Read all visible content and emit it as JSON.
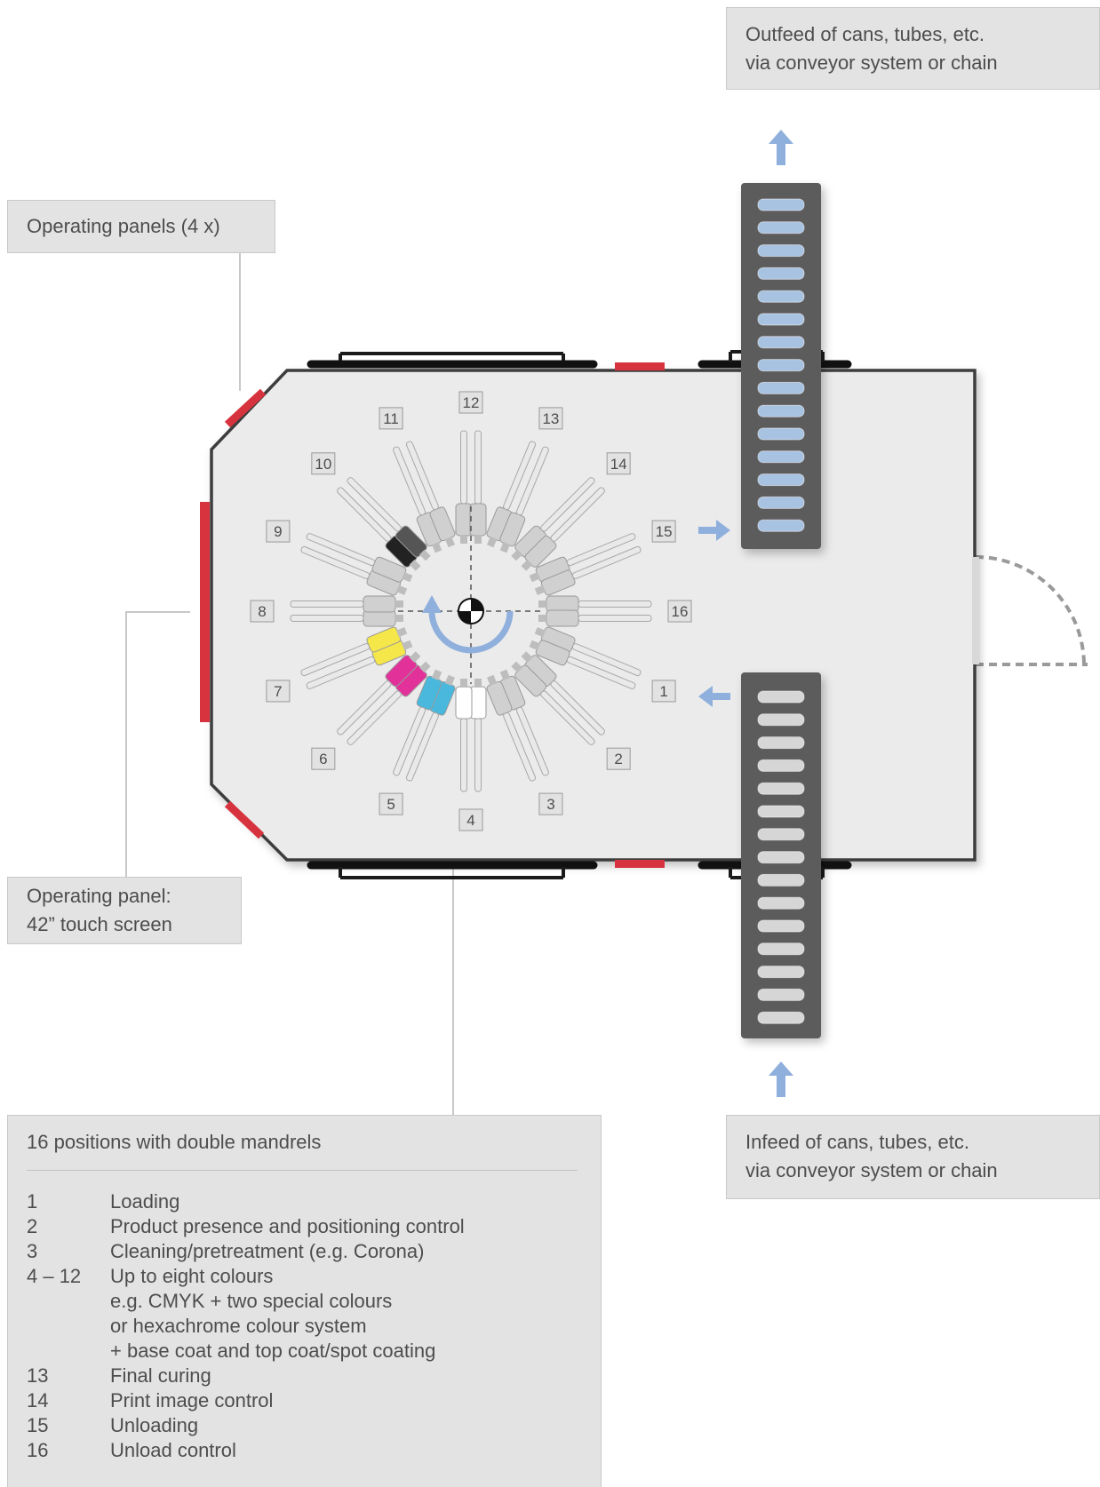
{
  "callouts": {
    "outfeed": {
      "line1": "Outfeed of cans, tubes, etc.",
      "line2": "via conveyor system or chain"
    },
    "operating_panels": {
      "text": "Operating panels (4 x)"
    },
    "operating_panel_touch": {
      "line1": "Operating panel:",
      "line2": "42” touch screen"
    },
    "infeed": {
      "line1": "Infeed of cans, tubes, etc.",
      "line2": "via conveyor system or chain"
    }
  },
  "positions": [
    "1",
    "2",
    "3",
    "4",
    "5",
    "6",
    "7",
    "8",
    "9",
    "10",
    "11",
    "12",
    "13",
    "14",
    "15",
    "16"
  ],
  "legend": {
    "title": "16 positions with double mandrels",
    "rows": [
      {
        "num": "1",
        "text": "Loading"
      },
      {
        "num": "2",
        "text": "Product presence and positioning control"
      },
      {
        "num": "3",
        "text": "Cleaning/pretreatment (e.g. Corona)"
      },
      {
        "num": "4 – 12",
        "text": "Up to eight colours"
      },
      {
        "num": "",
        "text": "e.g. CMYK + two special colours"
      },
      {
        "num": "",
        "text": "or hexachrome colour system"
      },
      {
        "num": "",
        "text": "+ base coat and top coat/spot coating"
      },
      {
        "num": "13",
        "text": "Final curing"
      },
      {
        "num": "14",
        "text": "Print image control"
      },
      {
        "num": "15",
        "text": "Unloading"
      },
      {
        "num": "16",
        "text": "Unload control"
      }
    ]
  },
  "colors": {
    "machine_fill": "#ebebeb",
    "machine_border": "#3c3c3c",
    "panel_red": "#d7333f",
    "conveyor": "#5b5b5b",
    "outfeed_item": "#a8c2e2",
    "infeed_item": "#d6d6d6",
    "arrow_blue": "#8fb0dc",
    "callout_bg": "#e3e3e3"
  }
}
